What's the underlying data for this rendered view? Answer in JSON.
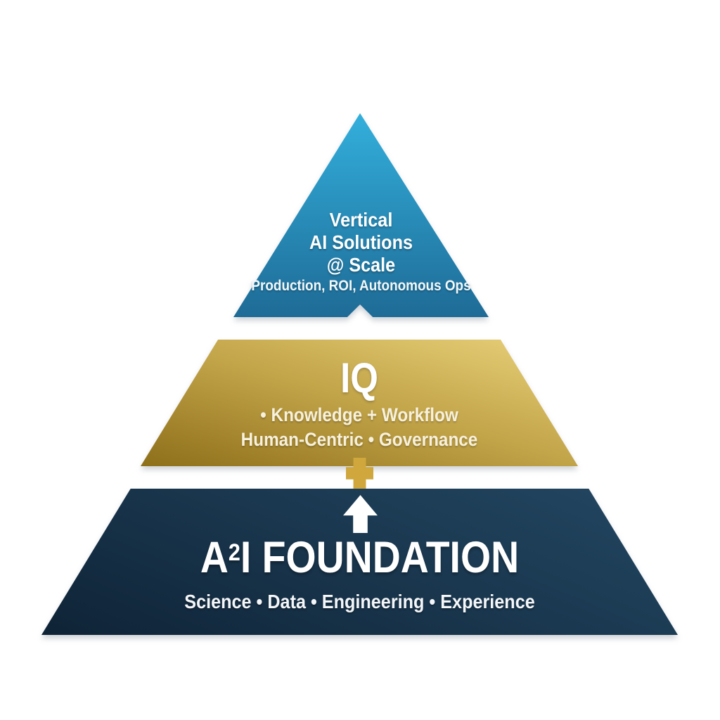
{
  "colors": {
    "background": "#FFFFFF",
    "tier_top_gradient_start": "#33AFDC",
    "tier_top_gradient_end": "#1E6B96",
    "tier_middle_gradient_start": "#E9D27B",
    "tier_middle_gradient_mid": "#C3A54A",
    "tier_middle_gradient_end": "#8E6F1A",
    "tier_bottom_gradient_start": "#244762",
    "tier_bottom_gradient_mid": "#1A3850",
    "tier_bottom_gradient_end": "#0F2336",
    "plus_connector": "#CFA73D",
    "arrow": "#FFFFFF",
    "text": "#FFFFFF"
  },
  "pyramid": {
    "tier_top": {
      "title_line1": "Vertical",
      "title_line2": "AI Solutions",
      "title_line3": "@ Scale",
      "subtitle": "Production, ROI, Autonomous Ops"
    },
    "tier_middle": {
      "title": "IQ",
      "line1": "• Knowledge + Workflow",
      "line2": "Human-Centric • Governance"
    },
    "tier_bottom": {
      "title_base": "A",
      "title_superscript": "2",
      "title_rest": "I FOUNDATION",
      "subtitle": "Science • Data • Engineering • Experience"
    }
  }
}
